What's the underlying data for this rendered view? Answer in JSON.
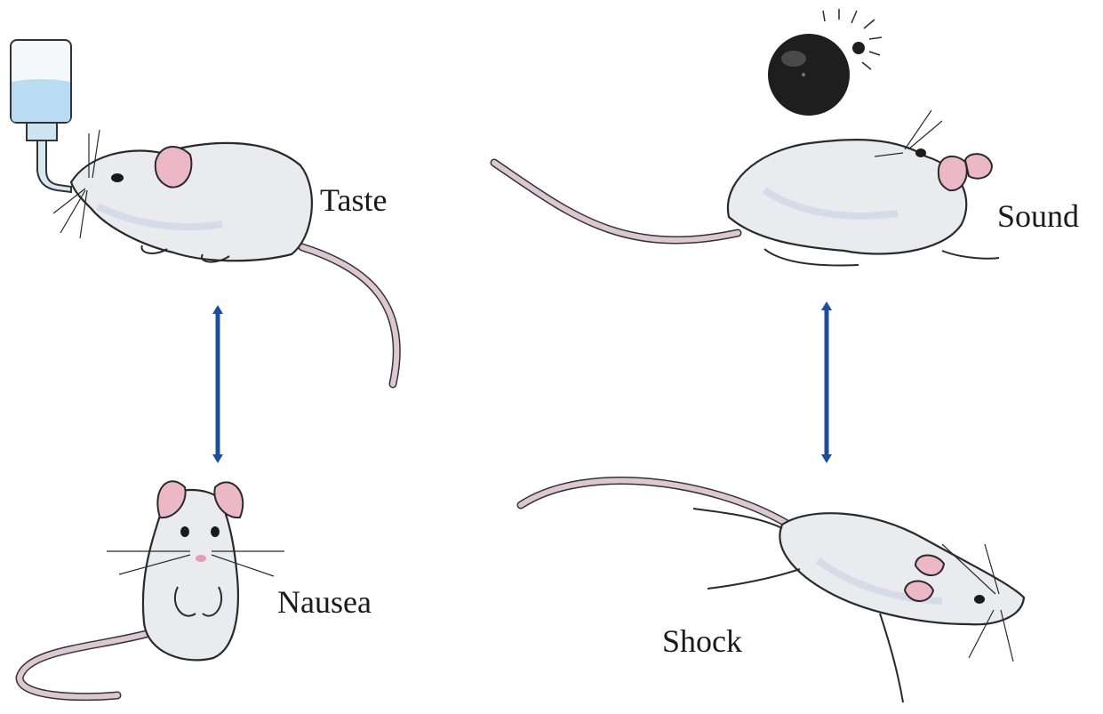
{
  "labels": {
    "taste": "Taste",
    "sound": "Sound",
    "nausea": "Nausea",
    "shock": "Shock"
  },
  "colors": {
    "arrow": "#1b4f9c",
    "rat_body": "#e9ebef",
    "rat_shade": "#c9d0e2",
    "ear_inner": "#ecb7c6",
    "tail": "#dcc7d3",
    "outline": "#2a2a2a",
    "water": "#b9dcf2",
    "bell": "#1e1e1e"
  },
  "icons": [
    "water-bottle-icon",
    "bell-icon",
    "double-arrow-icon"
  ]
}
